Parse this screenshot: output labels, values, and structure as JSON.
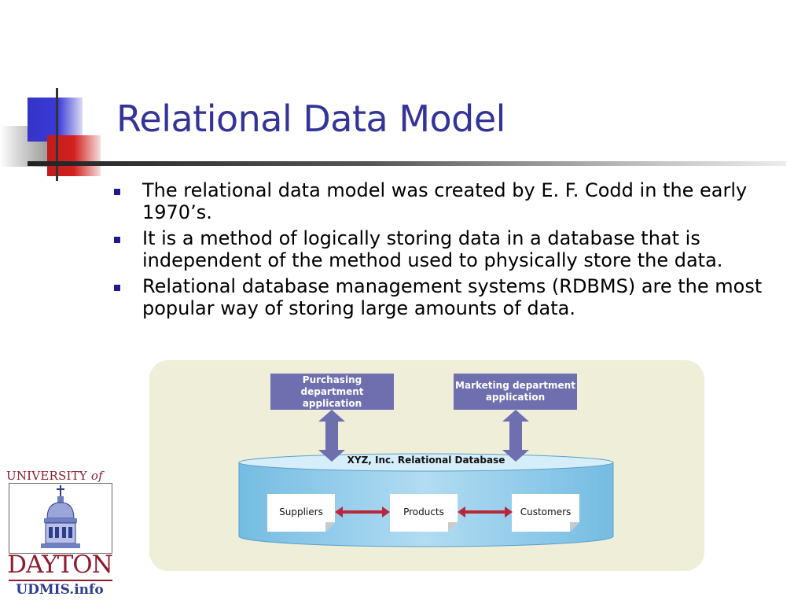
{
  "slide": {
    "title": "Relational Data Model",
    "bullets": [
      "The relational data model was created by E. F. Codd in the early 1970’s.",
      "It is a method of logically storing data in a database that is independent of the method used to physically store the data.",
      "Relational database management systems (RDBMS) are the most popular way of storing large amounts of data."
    ]
  },
  "diagram": {
    "apps": [
      "Purchasing department application",
      "Marketing department application"
    ],
    "database_label": "XYZ, Inc. Relational Database",
    "entities": [
      "Suppliers",
      "Products",
      "Customers"
    ]
  },
  "logo": {
    "top_text": "UNIVERSITY",
    "top_of": "of",
    "bottom_text": "DAYTON",
    "site": "UDMIS.info"
  },
  "colors": {
    "title": "#33339a",
    "bullet": "#1c1c8a",
    "app_box": "#6f6fb0",
    "figure_bg": "#efeed8",
    "relation_arrow": "#b8273a",
    "logo_red": "#8e1c2c",
    "logo_blue": "#2e3d8e"
  }
}
